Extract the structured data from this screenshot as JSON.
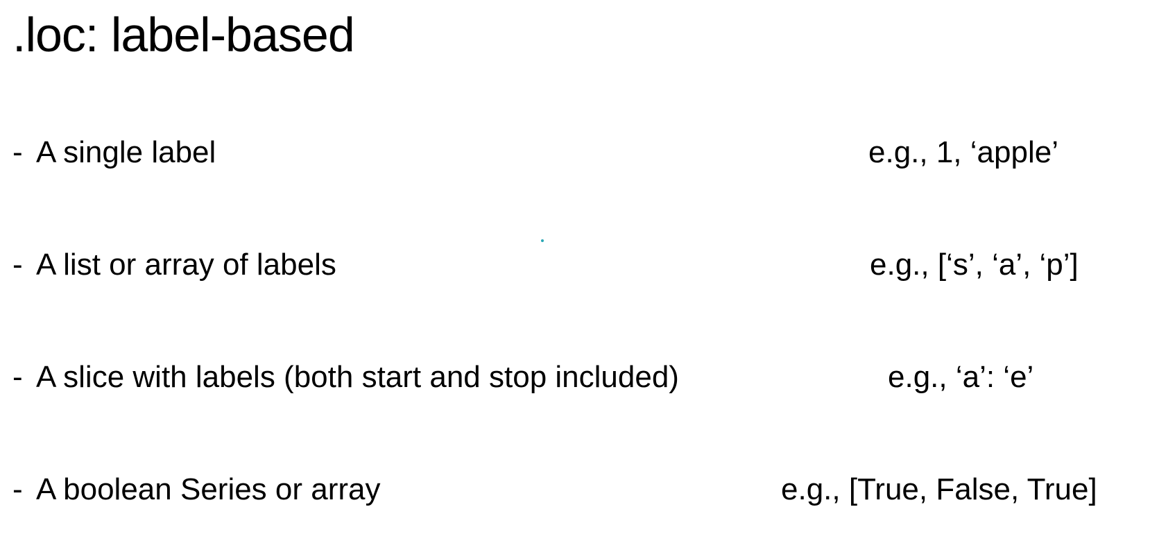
{
  "slide": {
    "title": ".loc: label-based",
    "bullet_marker": "-",
    "items": [
      {
        "text": "A single label",
        "example": "e.g.,  1, ‘apple’"
      },
      {
        "text": "A list or array of labels",
        "example": "e.g., [‘s’, ‘a’, ‘p’]"
      },
      {
        "text": "A slice with labels (both start and stop included)",
        "example": "e.g., ‘a’: ‘e’"
      },
      {
        "text": "A boolean Series or array",
        "example": "e.g., [True, False, True]"
      }
    ]
  },
  "colors": {
    "text": "#000000",
    "background": "#ffffff",
    "accent_dot": "#2aa7b5"
  }
}
